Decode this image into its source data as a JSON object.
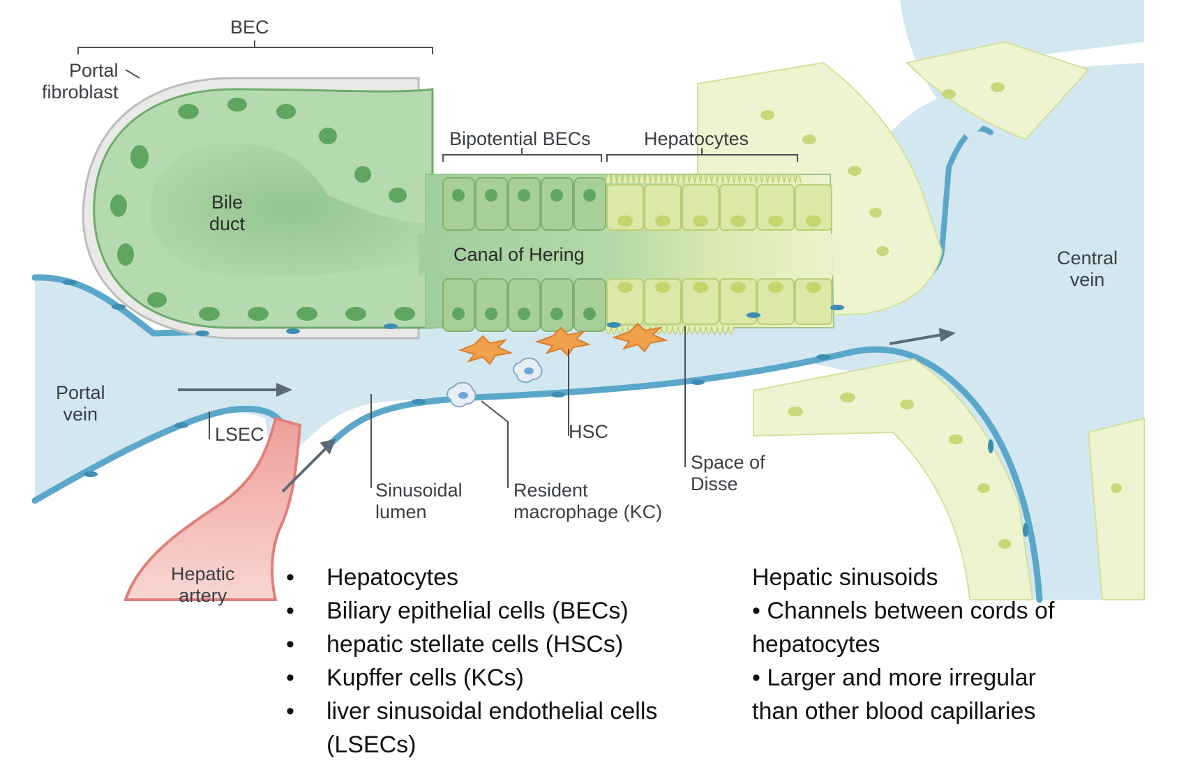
{
  "labels": {
    "bec": "BEC",
    "portal_fibroblast": "Portal\nfibroblast",
    "bile_duct": "Bile\nduct",
    "bipotential_becs": "Bipotential BECs",
    "hepatocytes": "Hepatocytes",
    "canal_of_hering": "Canal of Hering",
    "central_vein": "Central\nvein",
    "portal_vein": "Portal\nvein",
    "lsec": "LSEC",
    "hsc": "HSC",
    "space_of_disse": "Space of\nDisse",
    "sinusoidal_lumen": "Sinusoidal\nlumen",
    "resident_macrophage": "Resident\nmacrophage (KC)",
    "hepatic_artery": "Hepatic\nartery"
  },
  "cell_types": {
    "items": [
      "Hepatocytes",
      "Biliary epithelial cells (BECs)",
      "hepatic stellate cells (HSCs)",
      "Kupffer cells (KCs)",
      "liver sinusoidal endothelial cells (LSECs)"
    ]
  },
  "sinusoids": {
    "heading": "Hepatic sinusoids",
    "points": [
      "• Channels between cords of hepatocytes",
      "• Larger and more irregular than other blood capillaries"
    ]
  },
  "colors": {
    "vessel": "#cfe4f0",
    "endothelium": "#5aa7c9",
    "bec_green": "#b8dcb4",
    "hepatocyte_yellow": "#e4eeb2",
    "stellate_orange": "#f0a04b",
    "artery_red": "#f3b2ae"
  }
}
